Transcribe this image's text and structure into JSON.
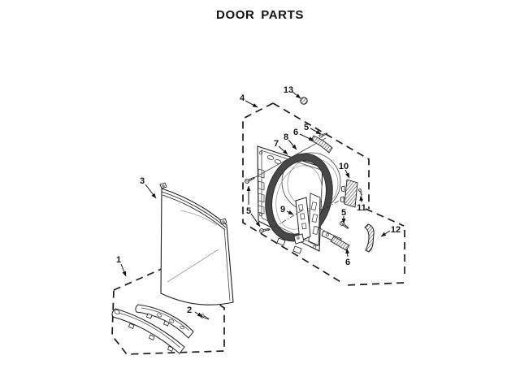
{
  "title": "DOOR PARTS",
  "diagram": {
    "type": "exploded-parts-diagram",
    "line_color": "#231f20",
    "background": "#ffffff",
    "callouts": [
      {
        "number": "1",
        "part": "door-handle-trim-assembly-box"
      },
      {
        "number": "2",
        "part": "handle-trim-screw"
      },
      {
        "number": "3",
        "part": "outer-door-panel"
      },
      {
        "number": "4",
        "part": "door-frame-assembly-box"
      },
      {
        "number": "5",
        "part": "screw-upper-right"
      },
      {
        "number": "5",
        "part": "screws-left-pair"
      },
      {
        "number": "5",
        "part": "screw-lower-right"
      },
      {
        "number": "6",
        "part": "hinge-strip-upper"
      },
      {
        "number": "6",
        "part": "hinge-strip-lower"
      },
      {
        "number": "7",
        "part": "door-seal-ring"
      },
      {
        "number": "8",
        "part": "door-window-ring"
      },
      {
        "number": "9",
        "part": "center-hinge-bracket"
      },
      {
        "number": "10",
        "part": "hinge-plate"
      },
      {
        "number": "11",
        "part": "hinge-screw"
      },
      {
        "number": "12",
        "part": "latch-strike-plate"
      },
      {
        "number": "13",
        "part": "hole-plug-button"
      }
    ]
  }
}
